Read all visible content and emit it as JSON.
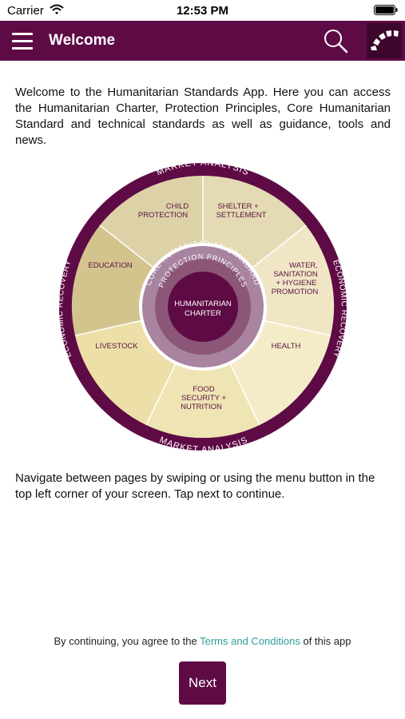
{
  "status_bar": {
    "carrier": "Carrier",
    "time": "12:53 PM"
  },
  "nav": {
    "title": "Welcome"
  },
  "intro": "Welcome to the Humanitarian Standards App. Here you can access the Humanitarian Charter, Protection Principles, Core Humanitarian Standard and technical standards as well as guidance, tools and news.",
  "wheel": {
    "outer_top": "MARKET ANALYSIS",
    "outer_bottom": "MARKET ANALYSIS",
    "outer_left": "ECONOMIC RECOVERY",
    "outer_right": "ECONOMIC RECOVERY",
    "ring_core": "CORE HUMANITARIAN STANDARD",
    "ring_protection": "PROTECTION PRINCIPLES",
    "center_line1": "HUMANITARIAN",
    "center_line2": "CHARTER",
    "sectors": {
      "child_protection": [
        "CHILD",
        "PROTECTION"
      ],
      "shelter": [
        "SHELTER  +",
        "SETTLEMENT"
      ],
      "wash": [
        "WATER,",
        "SANITATION",
        "+ HYGIENE",
        "PROMOTION"
      ],
      "health": [
        "HEALTH"
      ],
      "food": [
        "FOOD",
        "SECURITY  +",
        "NUTRITION"
      ],
      "livestock": [
        "LIVESTOCK"
      ],
      "education": [
        "EDUCATION"
      ]
    }
  },
  "instructions": "Navigate between pages by swiping or using the menu button in the top left corner of your screen. Tap next to continue.",
  "terms": {
    "prefix": "By continuing, you agree to the ",
    "link": "Terms and Conditions",
    "suffix": " of this app"
  },
  "next_label": "Next",
  "colors": {
    "brand": "#5e0b45",
    "link": "#2a9d9a"
  }
}
